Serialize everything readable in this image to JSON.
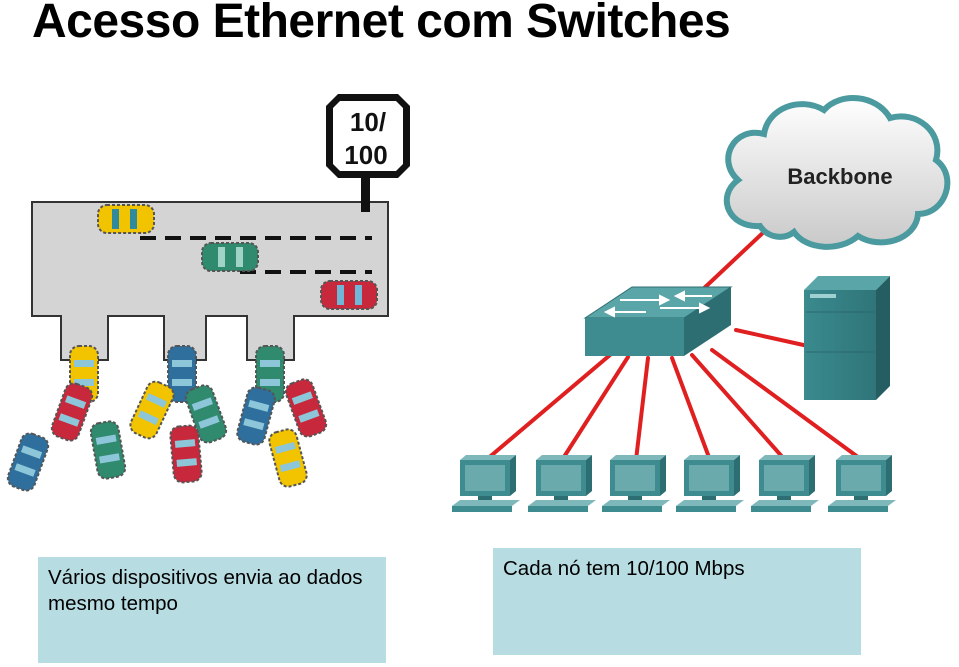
{
  "title": "Acesso Ethernet com Switches",
  "speed_sign": {
    "line1": "10/",
    "line2": "100"
  },
  "cloud_label": "Backbone",
  "captions": {
    "left": "Vários dispositivos envia ao dados mesmo tempo",
    "right": "Cada nó tem 10/100 Mbps"
  },
  "colors": {
    "link_red": "#e02020",
    "switch_teal": "#3f8c90",
    "caption_bg": "#b7dde3",
    "car_yellow": "#f2c400",
    "car_red": "#c8283c",
    "car_green": "#2f8a6e",
    "car_blue": "#2e6f9e"
  }
}
